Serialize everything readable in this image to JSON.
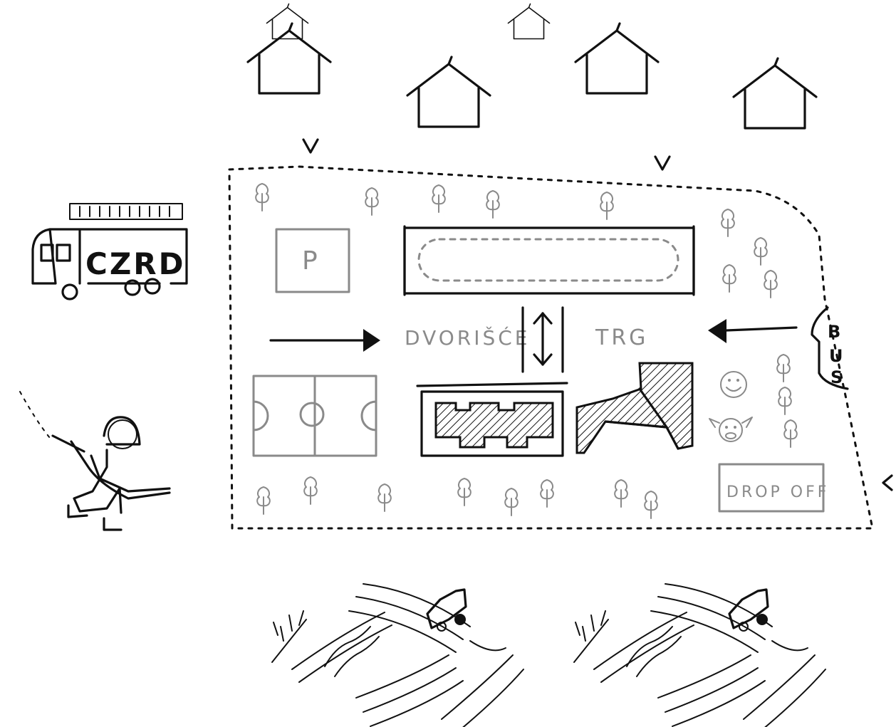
{
  "labels": {
    "fire_truck": "CZRD",
    "parking": "P",
    "courtyard": "DVORIŠĆE",
    "square": "TRG",
    "bus": "BUS",
    "dropoff": "DROP OFF"
  },
  "colors": {
    "ink": "#111111",
    "pencil": "#8a8a8a",
    "paper": "#ffffff"
  },
  "icons": [
    "house-icon",
    "tree-icon",
    "fire-truck-icon",
    "firefighter-icon",
    "tractor-icon",
    "smiley-icon",
    "cow-icon",
    "arrow-icon"
  ]
}
